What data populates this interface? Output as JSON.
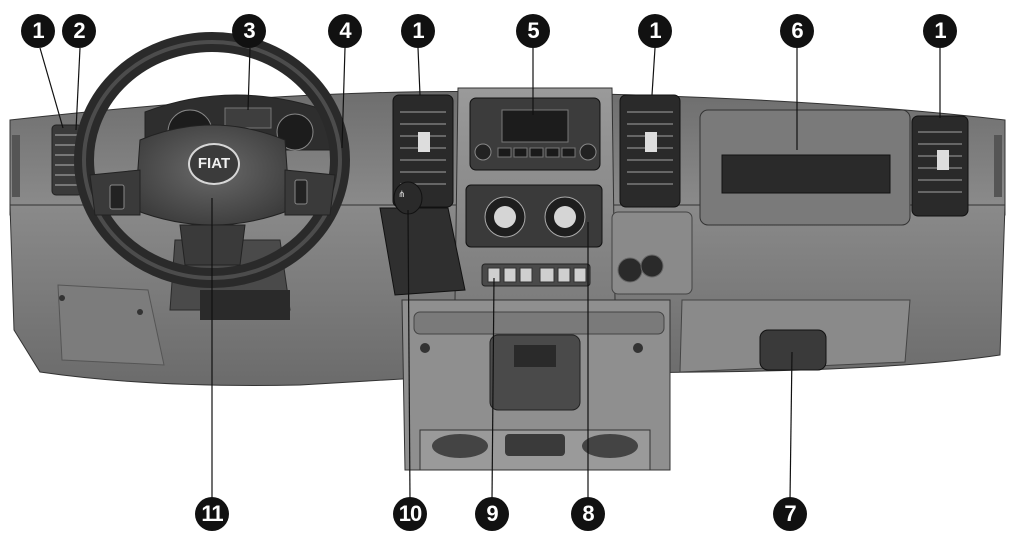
{
  "brand": {
    "logo_text": "FIAT"
  },
  "callouts": [
    {
      "id": "c1a",
      "number": "1"
    },
    {
      "id": "c2",
      "number": "2"
    },
    {
      "id": "c3",
      "number": "3"
    },
    {
      "id": "c4",
      "number": "4"
    },
    {
      "id": "c1b",
      "number": "1"
    },
    {
      "id": "c5",
      "number": "5"
    },
    {
      "id": "c1c",
      "number": "1"
    },
    {
      "id": "c6",
      "number": "6"
    },
    {
      "id": "c1d",
      "number": "1"
    },
    {
      "id": "c11",
      "number": "11"
    },
    {
      "id": "c10",
      "number": "10"
    },
    {
      "id": "c9",
      "number": "9"
    },
    {
      "id": "c8",
      "number": "8"
    },
    {
      "id": "c7",
      "number": "7"
    }
  ]
}
